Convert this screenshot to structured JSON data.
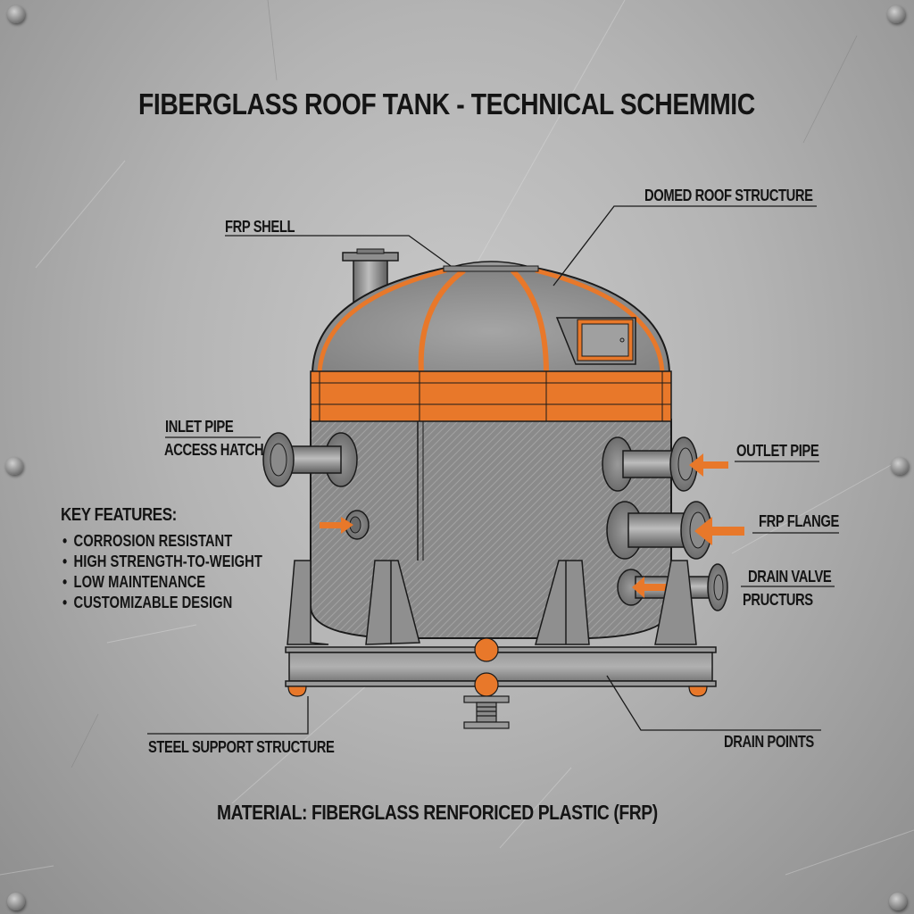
{
  "title": "FIBERGLASS ROOF TANK - TECHNICAL SCHEMMIC",
  "callouts": {
    "frp_shell": "FRP SHELL",
    "domed_roof": "DOMED ROOF STRUCTURE",
    "inlet_pipe": "INLET PIPE",
    "access_hatch": "ACCESS HATCH",
    "outlet_pipe": "OUTLET PIPE",
    "frp_flange": "FRP FLANGE",
    "drain_valve": "DRAIN VALVE",
    "pructurs": "PRUCTURS",
    "steel_support": "STEEL SUPPORT STRUCTURE",
    "drain_points": "DRAIN POINTS"
  },
  "key_features": {
    "heading": "KEY FEATURES:",
    "items": [
      "CORROSION RESISTANT",
      "HIGH STRENGTH-TO-WEIGHT",
      "LOW MAINTENANCE",
      "CUSTOMIZABLE DESIGN"
    ]
  },
  "material": "MATERIAL: FIBERGLASS RENFORICED PLASTIC (FRP)",
  "colors": {
    "accent_orange": "#e8782a",
    "shell_gray": "#8f8f8f",
    "outline": "#1a1a1a",
    "background": "#b4b4b4"
  },
  "icons": {
    "rivets": "rivet-icon",
    "flow_arrows": "arrow-icon"
  }
}
